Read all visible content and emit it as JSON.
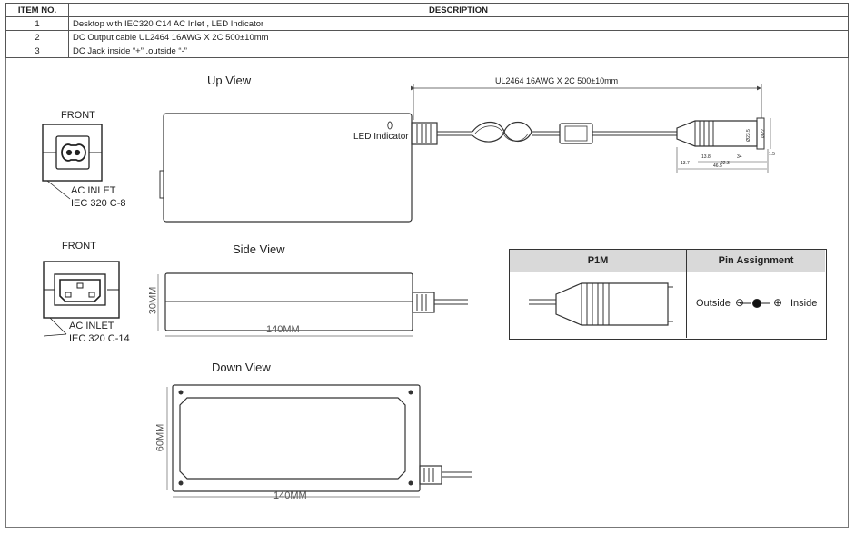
{
  "table": {
    "header_no": "ITEM NO.",
    "header_desc": "DESCRIPTION",
    "rows": [
      {
        "no": "1",
        "desc": "Desktop with IEC320 C14 AC Inlet , LED Indicator"
      },
      {
        "no": "2",
        "desc": "DC Output cable  UL2464 16AWG X 2C 500±10mm"
      },
      {
        "no": "3",
        "desc": "DC Jack inside “+” .outside “-”"
      }
    ]
  },
  "views": {
    "up": "Up View",
    "side": "Side View",
    "down": "Down View"
  },
  "front_c8": {
    "title": "FRONT",
    "line1": "AC INLET",
    "line2": "IEC 320 C-8"
  },
  "front_c14": {
    "title": "FRONT",
    "line1": "AC INLET",
    "line2": "IEC 320 C-14"
  },
  "up_view": {
    "led_label": "LED Indicator",
    "cable_label": "UL2464 16AWG X 2C 500±10mm",
    "plug_dims": [
      "13.7",
      "13.8",
      "22.3",
      "34",
      "46.5",
      "1.5",
      "Ø23.5",
      "Ø22"
    ]
  },
  "side_view": {
    "height": "30MM",
    "length": "140MM"
  },
  "down_view": {
    "height": "60MM",
    "length": "140MM"
  },
  "pin_table": {
    "col1": "P1M",
    "col2": "Pin Assignment",
    "outside": "Outside",
    "inside": "Inside",
    "minus": "⊖",
    "plus": "⊕"
  }
}
